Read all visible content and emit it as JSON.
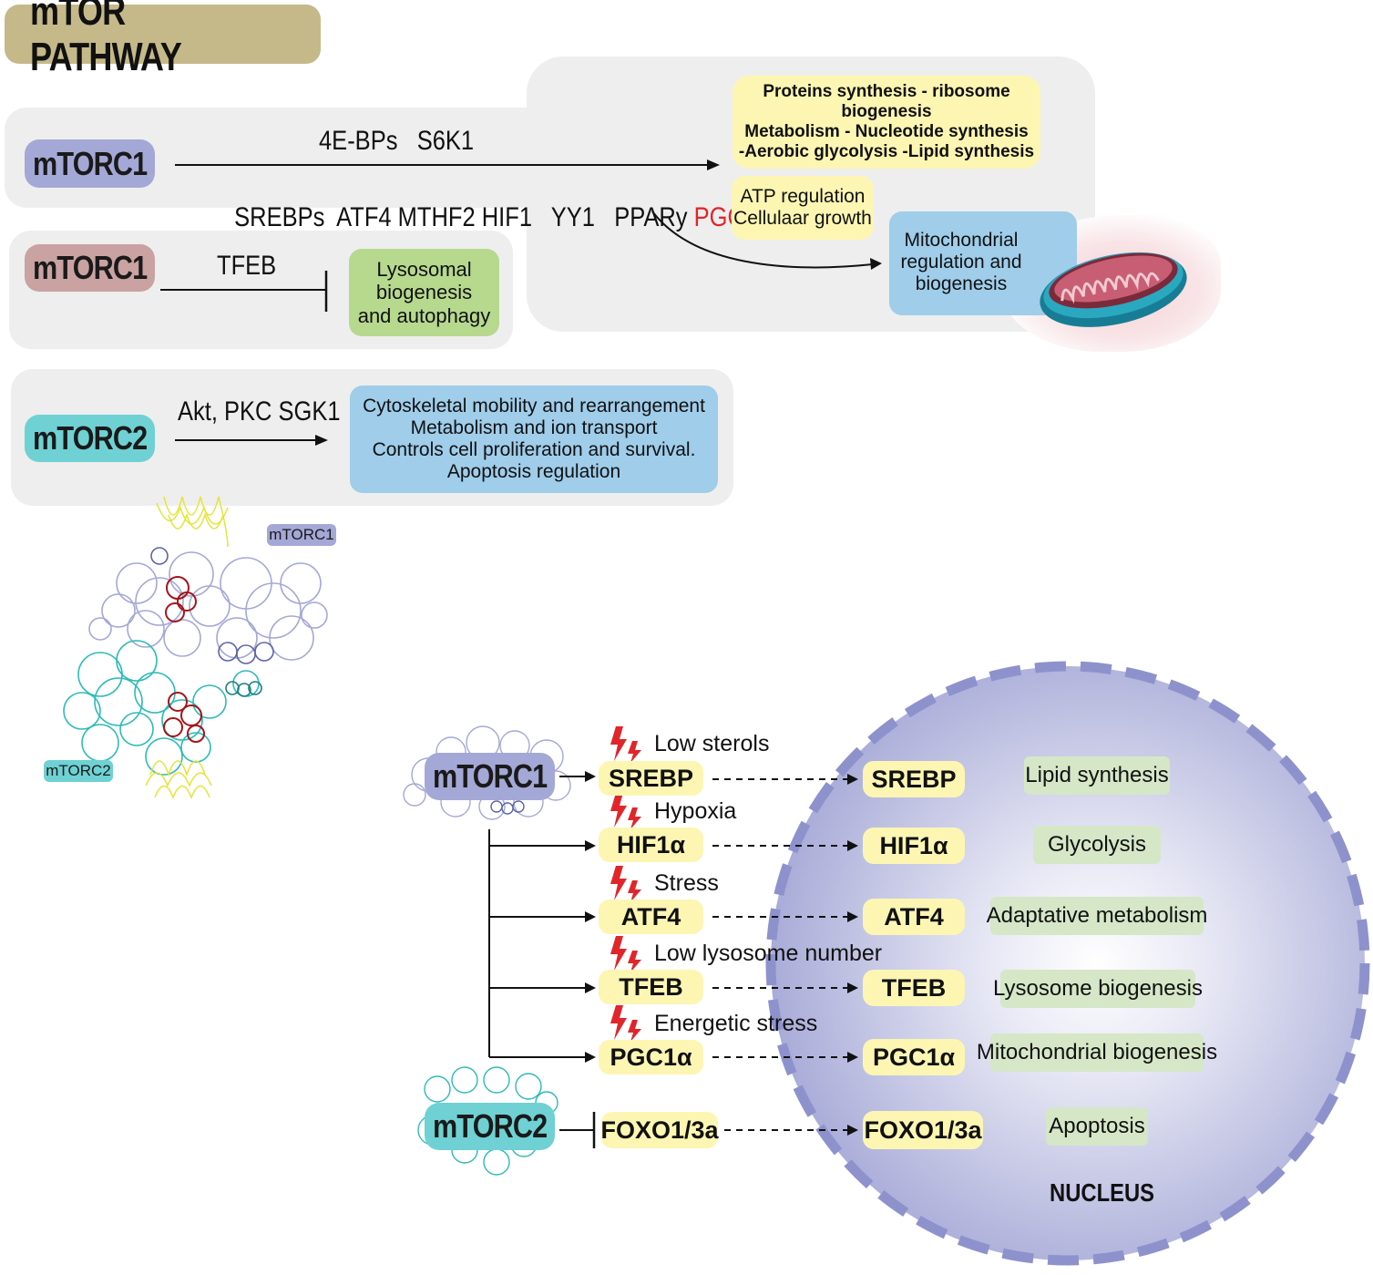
{
  "title": "mTOR PATHWAY",
  "row1": {
    "complex": "mTORC1",
    "upstream_labels": "4E-BPs   S6K1",
    "downstream_prefix": "SREBPs  ATF4 MTHF2 HIF1   YY1   PPARy ",
    "downstream_highlight": "PGC1",
    "outcome1": [
      "Proteins synthesis - ribosome biogenesis",
      "Metabolism - Nucleotide synthesis",
      "-Aerobic glycolysis -Lipid synthesis"
    ],
    "outcome2": [
      "ATP regulation",
      "Cellulaar growth"
    ],
    "outcome3": [
      "Mitochondrial",
      "regulation and",
      "biogenesis"
    ]
  },
  "row2": {
    "complex": "mTORC1",
    "target": "TFEB",
    "outcome": [
      "Lysosomal",
      "biogenesis",
      "and autophagy"
    ]
  },
  "row3": {
    "complex": "mTORC2",
    "targets": "Akt, PKC SGK1",
    "outcome": [
      "Cytoskeletal mobility and rearrangement",
      "Metabolism and ion transport",
      "Controls cell proliferation and survival.",
      "Apoptosis regulation"
    ]
  },
  "structure_labels": {
    "mtorc1": "mTORC1",
    "mtorc2": "mTORC2"
  },
  "lower": {
    "complex1": "mTORC1",
    "complex2": "mTORC2",
    "nucleus_label": "NUCLEUS",
    "factors": [
      {
        "stress": "Low sterols",
        "cyto": "SREBP",
        "nuclear": "SREBP",
        "outcome": "Lipid synthesis"
      },
      {
        "stress": "Hypoxia",
        "cyto": "HIF1α",
        "nuclear": "HIF1α",
        "outcome": "Glycolysis"
      },
      {
        "stress": "Stress",
        "cyto": "ATF4",
        "nuclear": "ATF4",
        "outcome": "Adaptative metabolism"
      },
      {
        "stress": "Low lysosome number",
        "cyto": "TFEB",
        "nuclear": "TFEB",
        "outcome": "Lysosome biogenesis"
      },
      {
        "stress": "Energetic stress",
        "cyto": "PGC1α",
        "nuclear": "PGC1α",
        "outcome": "Mitochondrial biogenesis"
      },
      {
        "stress": "",
        "cyto": "FOXO1/3a",
        "nuclear": "FOXO1/3a",
        "outcome": "Apoptosis"
      }
    ]
  },
  "colors": {
    "mtorc1_purple": "#a4a8d6",
    "mtorc1_rose": "#caa2a2",
    "mtorc2_teal": "#6fd1d3",
    "yellow": "#fdf6b3",
    "green": "#b6d98e",
    "blue": "#9fcdea",
    "highlight_red": "#e0262b",
    "nucleus": "#a9acd8"
  }
}
